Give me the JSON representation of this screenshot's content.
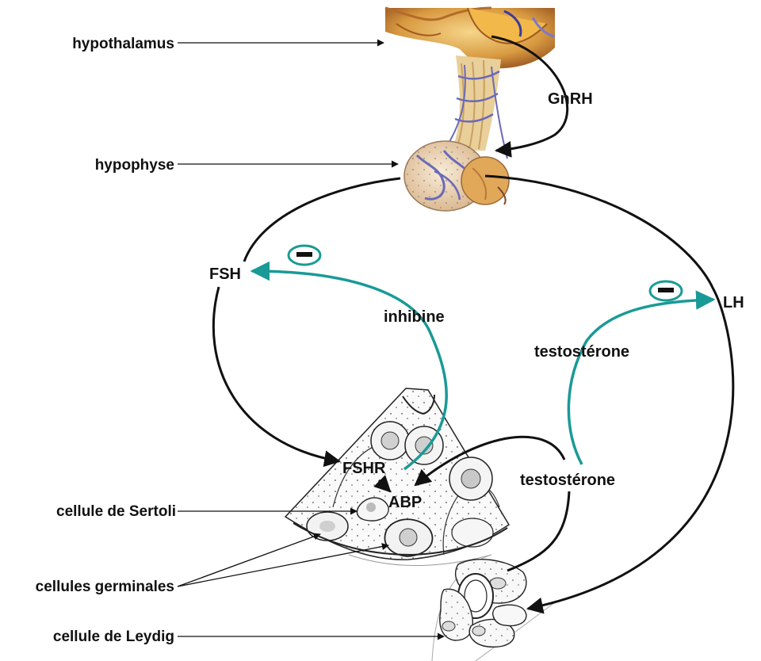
{
  "labels": {
    "hypothalamus": "hypothalamus",
    "hypophyse": "hypophyse",
    "sertoli": "cellule de Sertoli",
    "germinales": "cellules germinales",
    "leydig": "cellule de Leydig"
  },
  "hormones": {
    "gnrh": "GnRH",
    "fsh": "FSH",
    "lh": "LH",
    "inhibine": "inhibine",
    "testosterone_feedback": "testostérone",
    "testosterone": "testostérone",
    "fshr": "FSHR",
    "abp": "ABP"
  },
  "colors": {
    "feedback": "#1a9a96",
    "arrow": "#111111",
    "gland": "#e0b060",
    "vessel": "#6a6ab8"
  },
  "feedback_signs": [
    "minus-icon",
    "minus-icon"
  ]
}
